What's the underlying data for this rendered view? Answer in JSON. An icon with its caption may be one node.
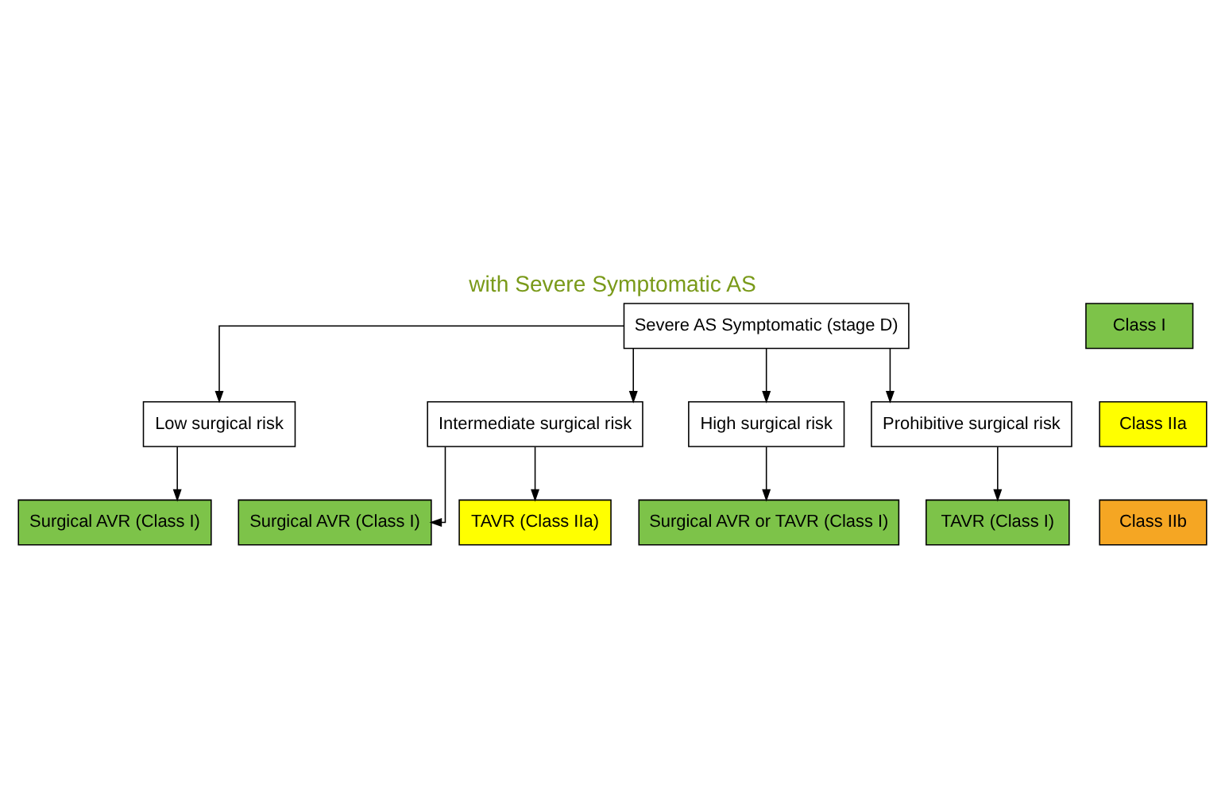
{
  "diagram": {
    "title": "with Severe Symptomatic AS",
    "nodes": [
      {
        "text": [
          "Severe AS Symptomatic (stage D)"
        ]
      },
      {
        "text": [
          "Low surgical risk"
        ]
      },
      {
        "text": [
          "Intermediate surgical risk"
        ]
      },
      {
        "text": [
          "High surgical risk"
        ]
      },
      {
        "text": [
          "Prohibitive surgical risk"
        ]
      },
      {
        "text": [
          "Surgical AVR (Class I)"
        ]
      },
      {
        "text": [
          "Surgical AVR (Class I)"
        ]
      },
      {
        "text": [
          "TAVR (Class IIa)"
        ]
      },
      {
        "text": [
          "Surgical AVR or TAVR (Class I)"
        ]
      },
      {
        "text": [
          "TAVR (Class I)"
        ]
      }
    ],
    "edges": [
      {
        "from": 0,
        "to": 1,
        "arrow": "to"
      },
      {
        "from": 0,
        "to": 2,
        "arrow": "to"
      },
      {
        "from": 0,
        "to": 3,
        "arrow": "to"
      },
      {
        "from": 0,
        "to": 4,
        "arrow": "to"
      },
      {
        "from": 1,
        "to": 5,
        "arrow": "to"
      },
      {
        "from": 2,
        "to": 6,
        "arrow": "to"
      },
      {
        "from": 2,
        "to": 7,
        "arrow": "to"
      },
      {
        "from": 3,
        "to": 8,
        "arrow": "to"
      },
      {
        "from": 4,
        "to": 9,
        "arrow": "to"
      }
    ],
    "legend": [
      {
        "text": "Class I",
        "color": "#7dc349"
      },
      {
        "text": "Class IIa",
        "color": "#ffff00"
      },
      {
        "text": "Class IIb",
        "color": "#f5a623"
      }
    ]
  }
}
